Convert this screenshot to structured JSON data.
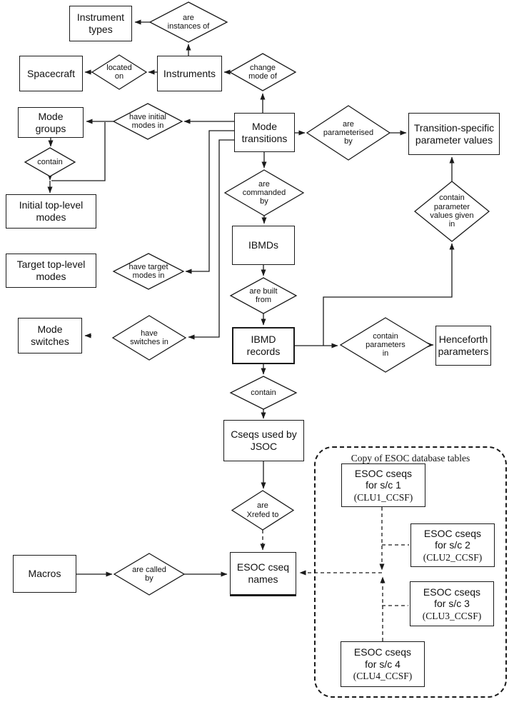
{
  "diagram": {
    "entities": {
      "instrument_types": {
        "label": "Instrument\ntypes"
      },
      "spacecraft": {
        "label": "Spacecraft"
      },
      "instruments": {
        "label": "Instruments"
      },
      "mode_groups": {
        "label": "Mode\ngroups"
      },
      "mode_transitions": {
        "label": "Mode\ntransitions"
      },
      "transition_specific_parameter_values": {
        "label": "Transition-specific\nparameter values"
      },
      "initial_top_level_modes": {
        "label": "Initial top-level\nmodes"
      },
      "target_top_level_modes": {
        "label": "Target top-level\nmodes"
      },
      "mode_switches": {
        "label": "Mode\nswitches"
      },
      "ibmds": {
        "label": "IBMDs"
      },
      "ibmd_records": {
        "label": "IBMD\nrecords"
      },
      "henceforth_parameters": {
        "label": "Henceforth\nparameters"
      },
      "cseqs_used_by_jsoc": {
        "label": "Cseqs used by\nJSOC"
      },
      "macros": {
        "label": "Macros"
      },
      "esoc_cseq_names": {
        "label": "ESOC cseq\nnames"
      },
      "esoc_cseqs_sc1": {
        "label": "ESOC cseqs\nfor s/c 1",
        "sub": "(CLU1_CCSF)"
      },
      "esoc_cseqs_sc2": {
        "label": "ESOC cseqs\nfor s/c 2",
        "sub": "(CLU2_CCSF)"
      },
      "esoc_cseqs_sc3": {
        "label": "ESOC cseqs\nfor s/c 3",
        "sub": "(CLU3_CCSF)"
      },
      "esoc_cseqs_sc4": {
        "label": "ESOC cseqs\nfor s/c 4",
        "sub": "(CLU4_CCSF)"
      }
    },
    "relationships": {
      "are_instances_of": {
        "label": "are\ninstances of"
      },
      "located_on": {
        "label": "located\non"
      },
      "change_mode_of": {
        "label": "change\nmode of"
      },
      "have_initial_modes_in": {
        "label": "have initial\nmodes in"
      },
      "contain_modes": {
        "label": "contain"
      },
      "are_parameterised_by": {
        "label": "are\nparameterised\nby"
      },
      "are_commanded_by": {
        "label": "are\ncommanded\nby"
      },
      "contain_parameter_values_given_in": {
        "label": "contain\nparameter\nvalues given\nin"
      },
      "have_target_modes_in": {
        "label": "have target\nmodes in"
      },
      "are_built_from": {
        "label": "are built\nfrom"
      },
      "have_switches_in": {
        "label": "have\nswitches in"
      },
      "contain_parameters_in": {
        "label": "contain\nparameters\nin"
      },
      "contain_cseqs": {
        "label": "contain"
      },
      "are_xrefed_to": {
        "label": "are\nXrefed to"
      },
      "are_called_by": {
        "label": "are called\nby"
      }
    },
    "group": {
      "label": "Copy of ESOC database tables"
    }
  }
}
